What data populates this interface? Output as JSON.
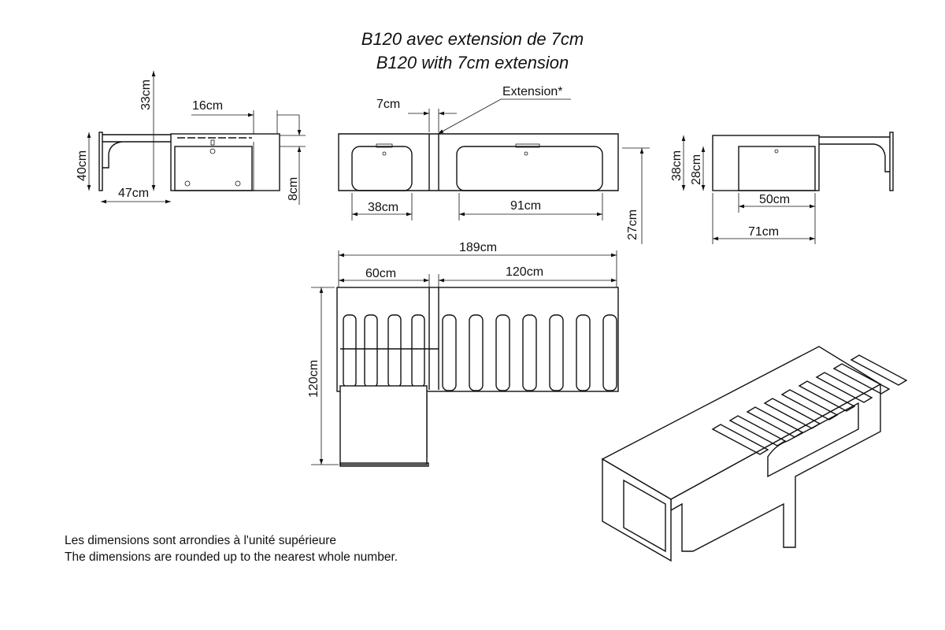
{
  "title": {
    "line1": "B120 avec extension de 7cm",
    "line2": "B120 with 7cm extension"
  },
  "side_view_left": {
    "height_total": "33cm",
    "depth_top": "16cm",
    "height": "40cm",
    "extension_depth": "47cm",
    "drop": "8cm"
  },
  "front_view": {
    "extension_width": "7cm",
    "extension_label": "Extension*",
    "drawer_small": "38cm",
    "drawer_large": "91cm",
    "height": "27cm"
  },
  "side_view_right": {
    "height": "38cm",
    "inner_height": "28cm",
    "drawer_width": "50cm",
    "depth": "71cm"
  },
  "top_view": {
    "total_length": "189cm",
    "extension_length": "60cm",
    "bed_length": "120cm",
    "width": "120cm"
  },
  "notes": {
    "fr": "Les dimensions sont arrondies à l'unité supérieure",
    "en": "The dimensions are rounded up to the nearest whole number."
  }
}
